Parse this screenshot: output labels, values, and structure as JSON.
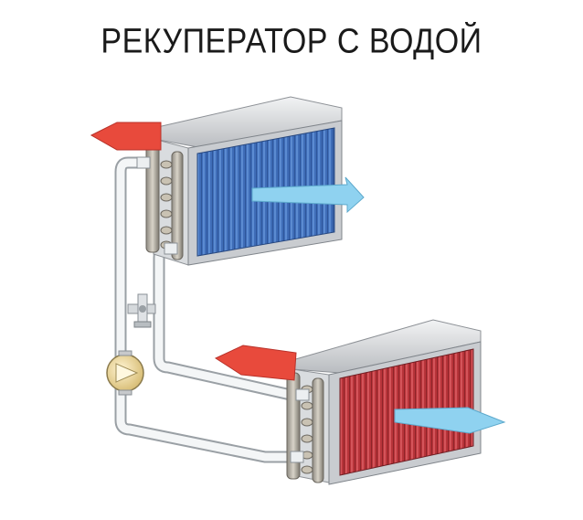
{
  "title": "РЕКУПЕРАТОР С ВОДОЙ",
  "colors": {
    "background": "#ffffff",
    "cold_core": "#3f6db8",
    "hot_core": "#b8343a",
    "air_in_arrow": "#e84a3c",
    "air_out_arrow": "#8fd2f0",
    "pipe": "#eceff1",
    "pump": "#f0d89a",
    "housing": "#c9ccd0"
  },
  "components": {
    "top_exchanger": "cold-coil",
    "bottom_exchanger": "hot-coil",
    "pump": "circulation-pump",
    "valve": "three-way-valve"
  }
}
